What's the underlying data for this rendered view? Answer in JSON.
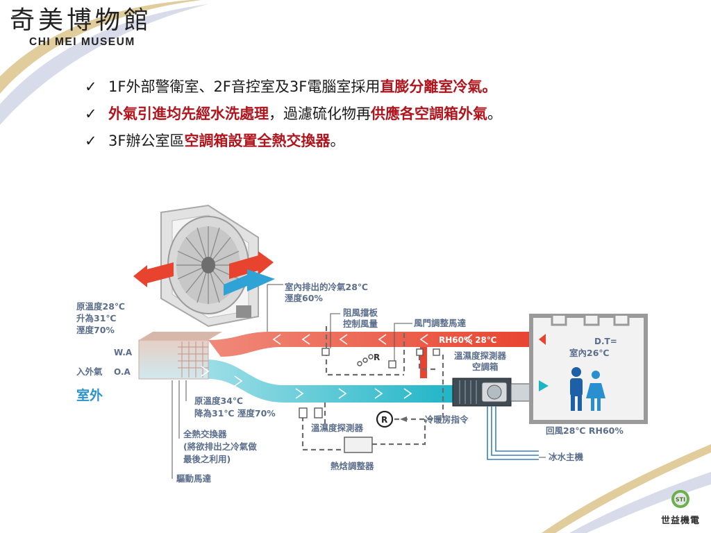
{
  "logo": {
    "chinese_name": "奇美博物館",
    "english_name": "CHI MEI MUSEUM"
  },
  "bullets": [
    {
      "segments": [
        "1F外部警衛室、2F音控室及3F電腦室採用",
        "直膨分離室冷氣",
        "。"
      ]
    },
    {
      "segments": [
        "外氣引進均先經水洗處理",
        "，過濾硫化物再",
        "供應各空調箱外氣",
        "。"
      ]
    },
    {
      "segments": [
        "3F辦公室區",
        "空調箱設置全熱交換器",
        "。"
      ]
    }
  ],
  "check_icon": "✓",
  "diagram": {
    "labels": {
      "exhaust_in": "室內排出的冷氣28℃",
      "exhaust_humidity": "溼度60%",
      "damper_1": "阻風擋板",
      "damper_2": "控制風量",
      "damper_motor": "風門調整馬達",
      "rh_temp": "RH60%  28℃",
      "sensor_ahu_1": "溫濕度探測器",
      "sensor_ahu_2": "空調箱",
      "dt": "D.T=",
      "room_temp": "室內26℃",
      "orig_temp_1": "原溫度28℃",
      "orig_temp_2": "升為31℃",
      "orig_temp_3": "溼度70%",
      "wa": "W.A",
      "oa_cn": "入外氣",
      "oa": "O.A",
      "outdoor": "室外",
      "r_small": "R",
      "r_circle": "R",
      "after_temp_1": "原溫度34℃",
      "after_temp_2": "降為31℃ 溼度70%",
      "sensor_bottom": "溫濕度探測器",
      "hvac_cmd": "冷暖房指令",
      "return_air": "回風28℃  RH60%",
      "hex_1": "全熱交換器",
      "hex_2": "(將欲排出之冷氣做",
      "hex_3": "最後之利用)",
      "chiller": "冰水主機",
      "controller": "熱焓調整器",
      "motor": "驅動馬達"
    }
  },
  "brand": {
    "logo_text": "STI",
    "name": "世益機電"
  }
}
